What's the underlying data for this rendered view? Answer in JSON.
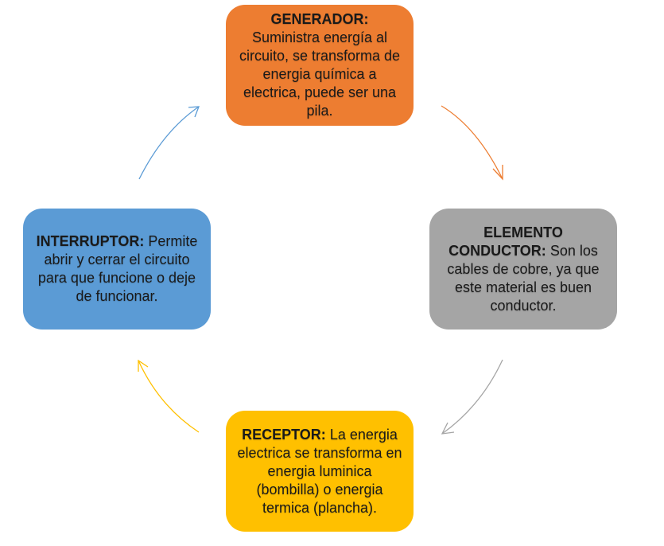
{
  "diagram": {
    "type": "cycle",
    "nodes": [
      {
        "id": "generador",
        "title": "GENERADOR:",
        "text": "Suministra energía al circuito, se transforma de energia química a electrica, puede ser una pila.",
        "color": "#ED7D31",
        "title_on_own_line": true
      },
      {
        "id": "conductor",
        "title": "ELEMENTO CONDUCTOR:",
        "text": "Son los cables de cobre, ya que este material es buen conductor.",
        "color": "#A5A5A5",
        "title_on_own_line": false
      },
      {
        "id": "receptor",
        "title": "RECEPTOR:",
        "text": "La energia electrica se transforma en energia luminica (bombilla) o energia termica (plancha).",
        "color": "#FFC000",
        "title_on_own_line": false
      },
      {
        "id": "interruptor",
        "title": "INTERRUPTOR:",
        "text": "Permite abrir y cerrar el circuito para que funcione o deje de funcionar.",
        "color": "#5B9BD5",
        "title_on_own_line": false
      }
    ],
    "edges": [
      {
        "from": "generador",
        "to": "conductor",
        "color": "#ED7D31"
      },
      {
        "from": "conductor",
        "to": "receptor",
        "color": "#A5A5A5"
      },
      {
        "from": "receptor",
        "to": "interruptor",
        "color": "#FFC000"
      },
      {
        "from": "interruptor",
        "to": "generador",
        "color": "#5B9BD5"
      }
    ]
  }
}
